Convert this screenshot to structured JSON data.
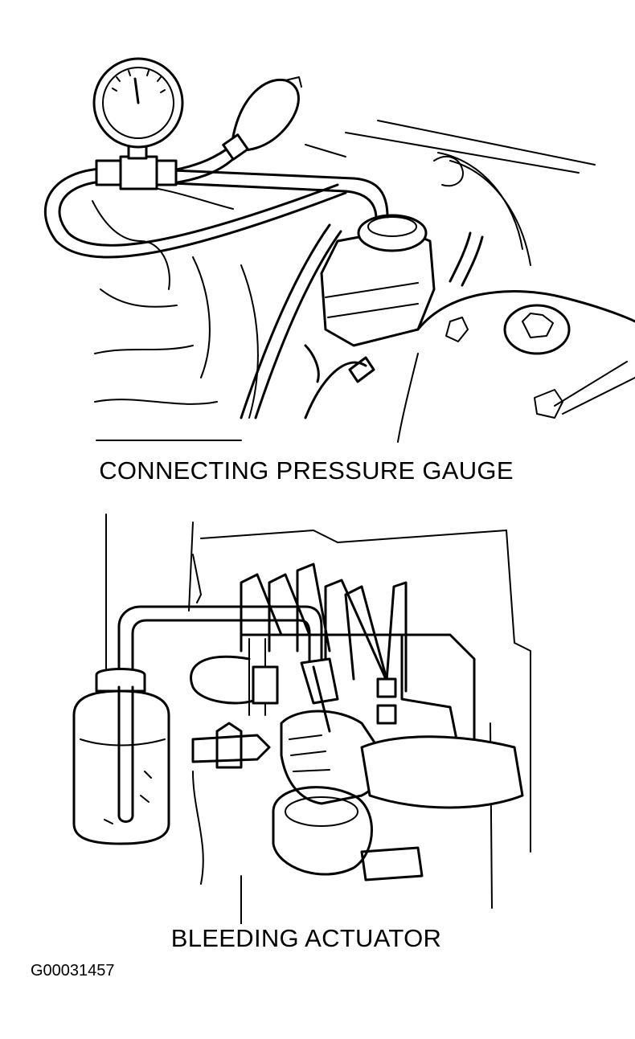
{
  "figure": {
    "top_caption": "CONNECTING PRESSURE GAUGE",
    "bottom_caption": "BLEEDING ACTUATOR",
    "figure_id": "G00031457"
  }
}
